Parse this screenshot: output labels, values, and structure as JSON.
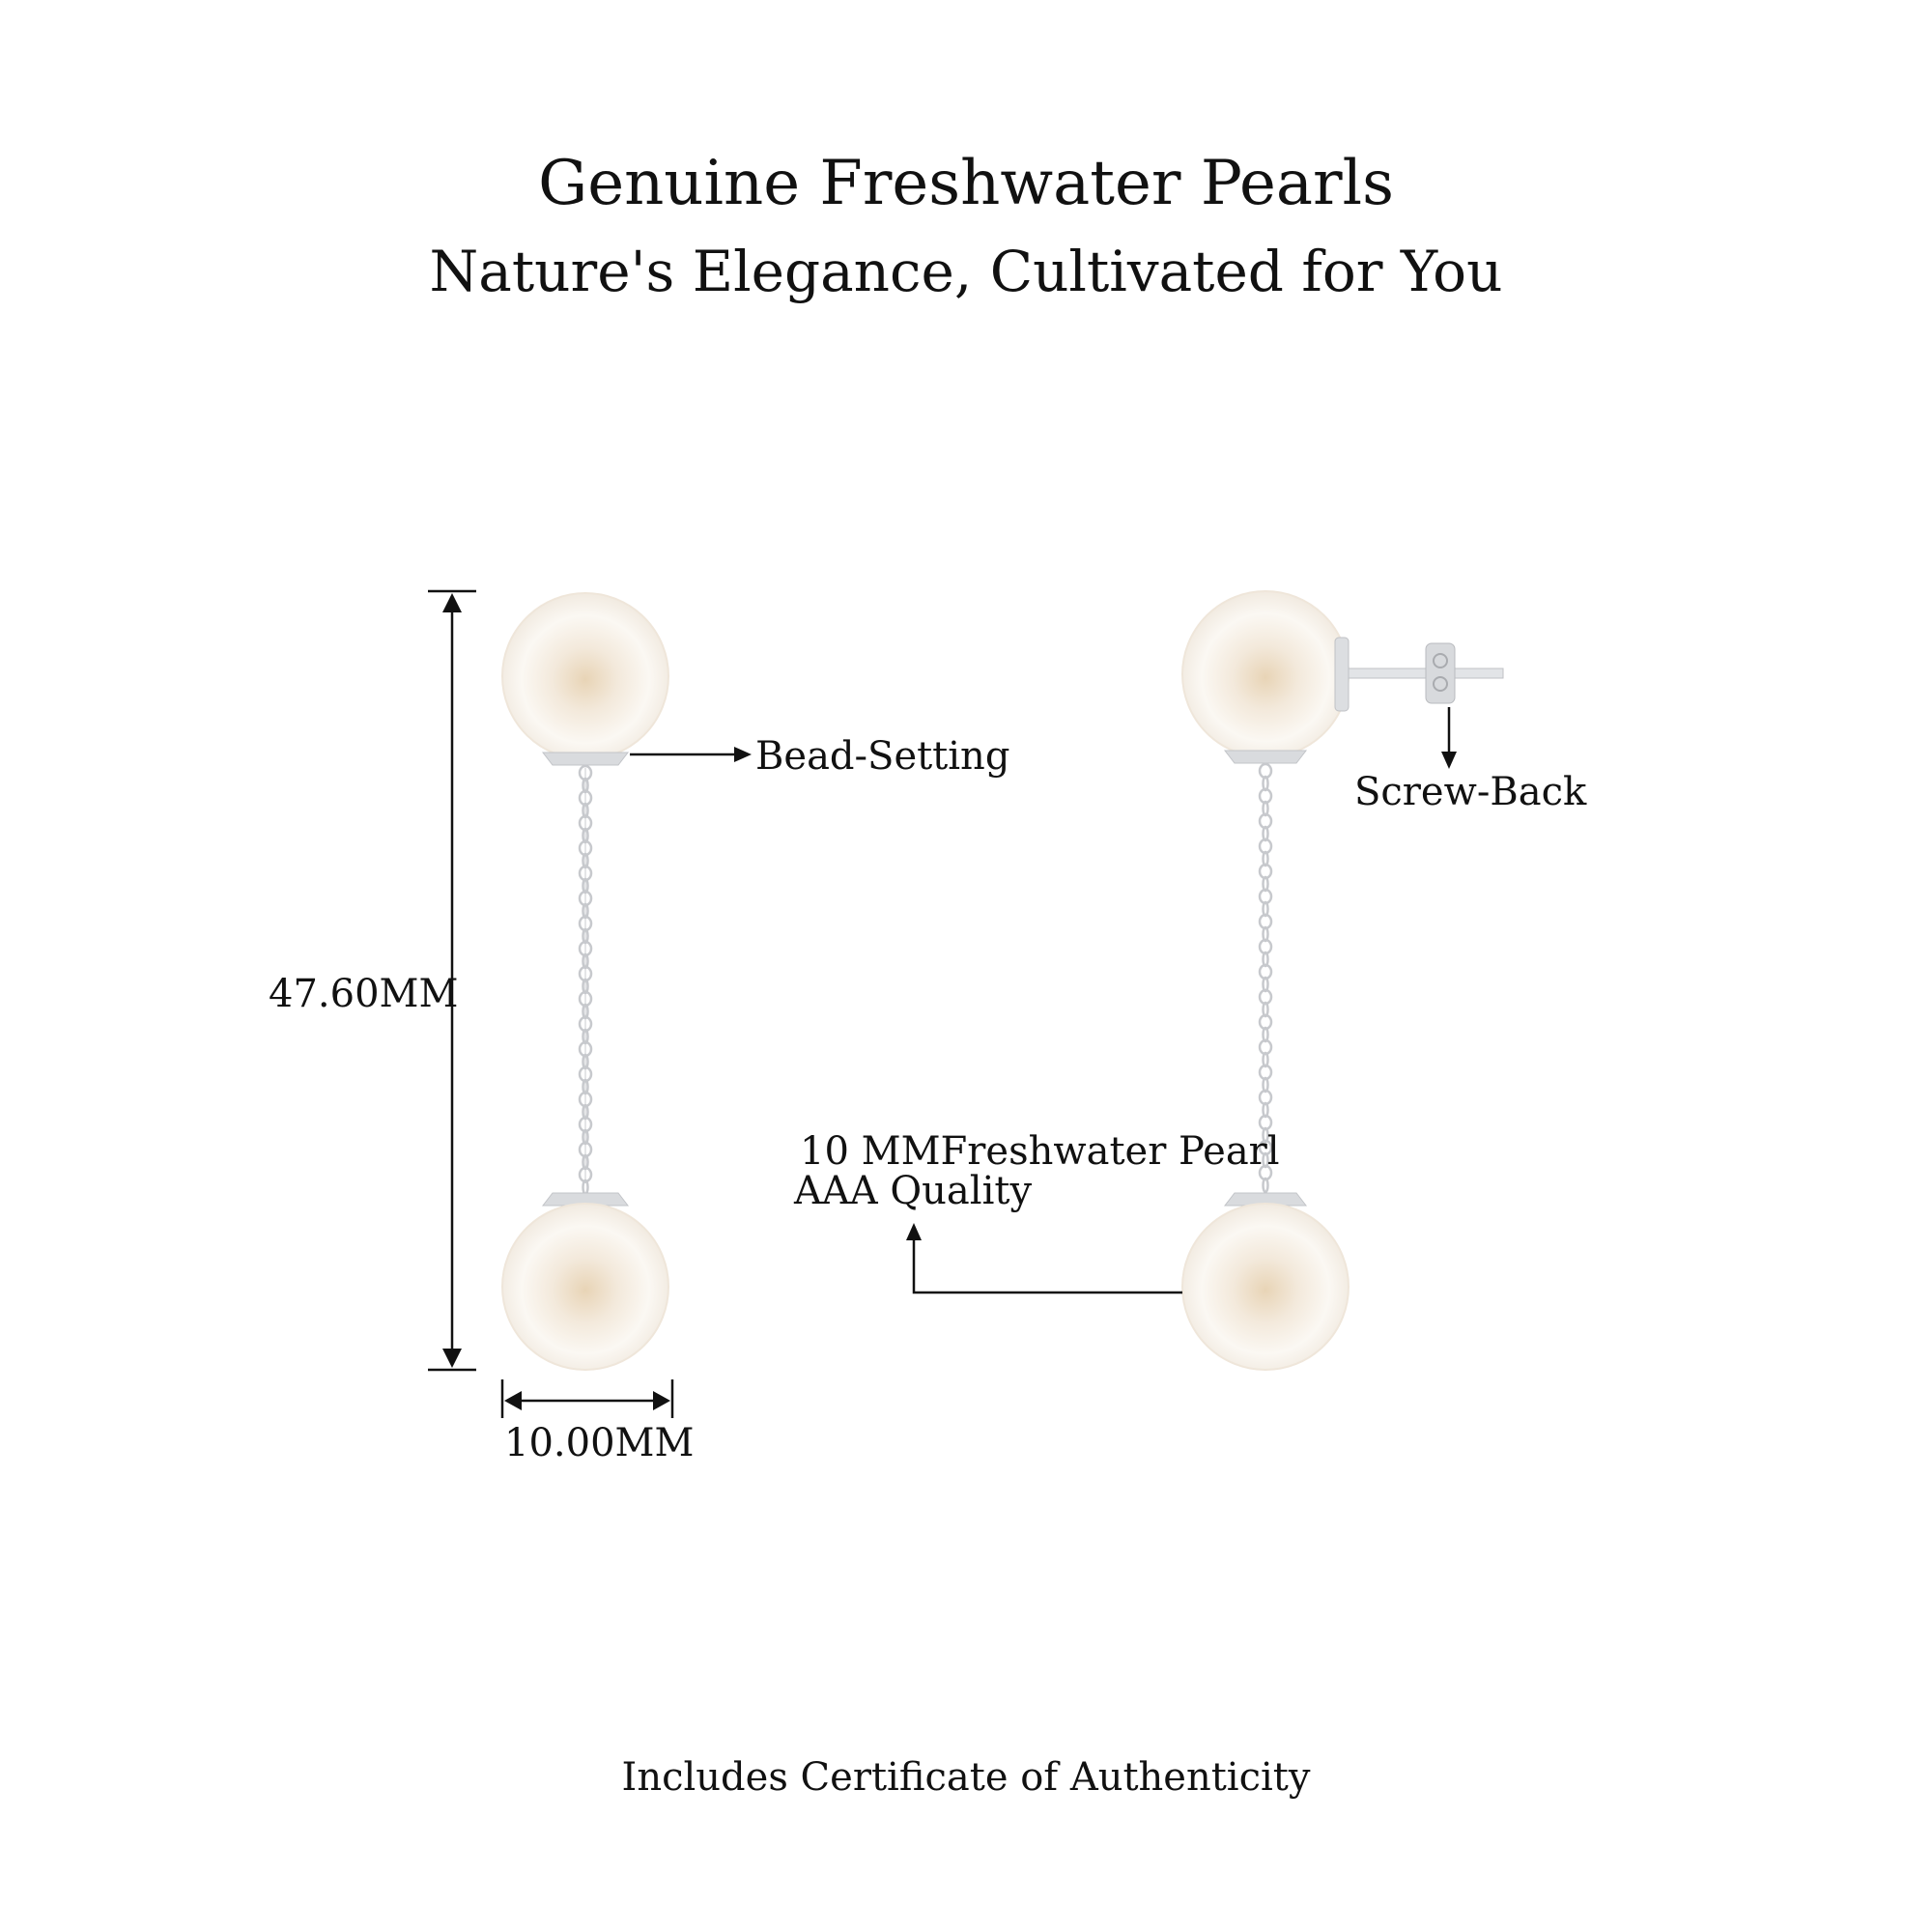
{
  "header": {
    "title": "Genuine Freshwater Pearls",
    "subtitle": "Nature's Elegance, Cultivated for You"
  },
  "callouts": {
    "bead_setting": "Bead-Setting",
    "screw_back": "Screw-Back",
    "height": "47.60MM",
    "width": "10.00MM",
    "pearl_line1": "10 MMFreshwater Pearl",
    "pearl_line2": "AAA Quality"
  },
  "footer": {
    "text": "Includes Certificate of Authenticity"
  },
  "colors": {
    "pearl": "#f7f2ea",
    "pearl_core": "#ecdcc4",
    "metal": "#d2d4d8",
    "line": "#111111"
  }
}
